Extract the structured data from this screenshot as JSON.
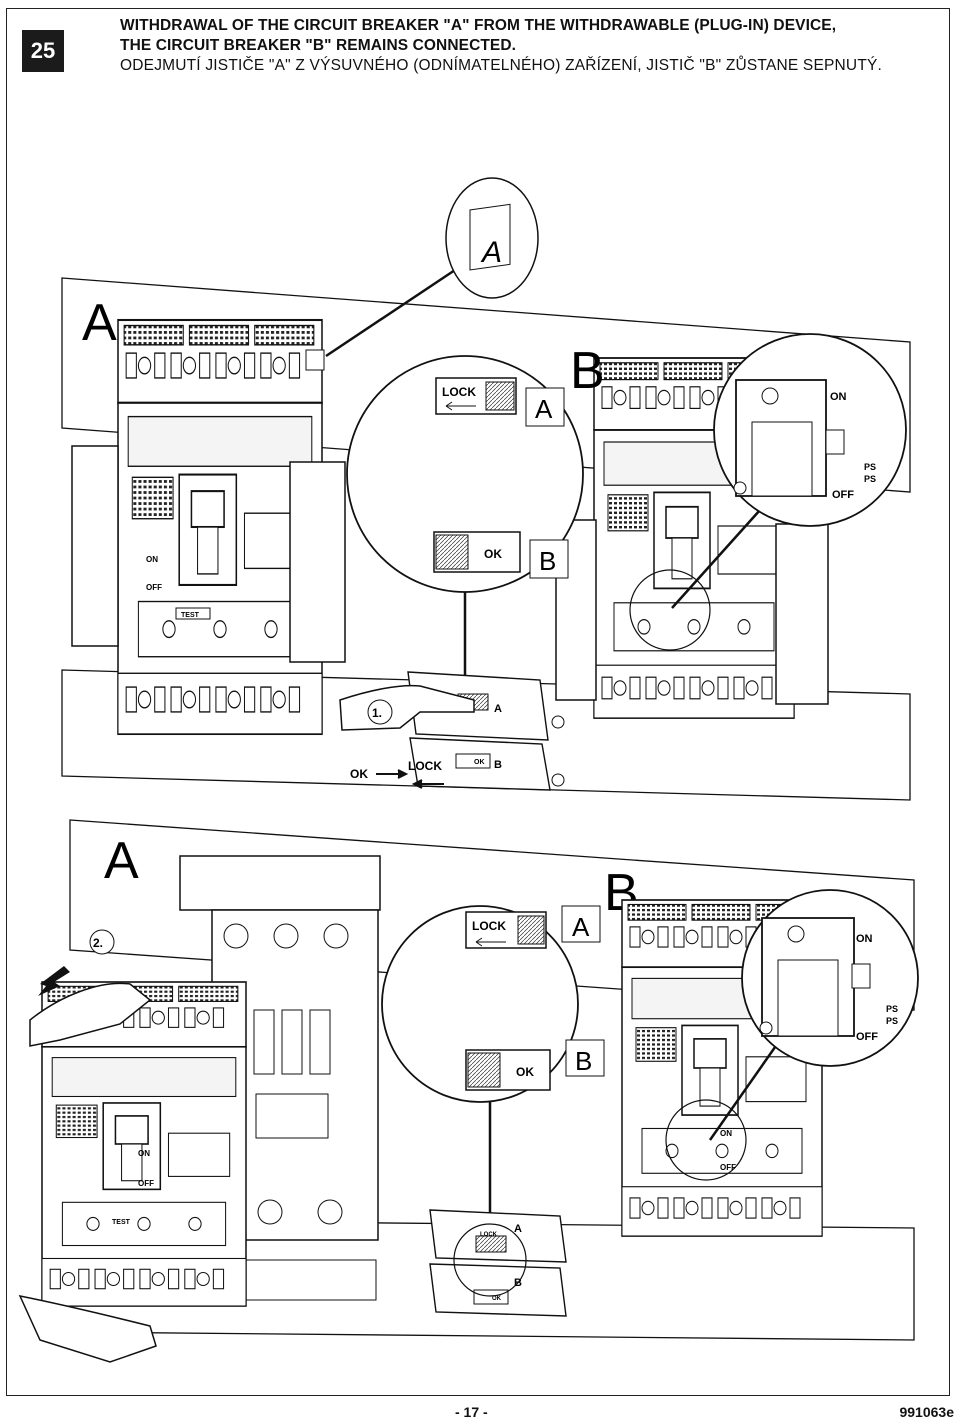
{
  "step": {
    "number": "25"
  },
  "heading": {
    "line1_en": "WITHDRAWAL OF THE CIRCUIT BREAKER \"A\" FROM THE WITHDRAWABLE (PLUG-IN) DEVICE,",
    "line2_en": "THE CIRCUIT BREAKER \"B\" REMAINS CONNECTED.",
    "line3_cz": "ODEJMUTÍ JISTIČE \"A\" Z VÝSUVNÉHO (ODNÍMATELNÉHO) ZAŘÍZENÍ, JISTIČ \"B\" ZŮSTANE SEPNUTÝ."
  },
  "figure_top": {
    "label_a": "A",
    "label_b": "B",
    "badge_a": "A",
    "zoom_lock": "LOCK",
    "zoom_ok": "OK",
    "zoom_a": "A",
    "zoom_b": "B",
    "zoom_on": "ON",
    "zoom_off": "OFF",
    "zoom_ps1": "PS",
    "zoom_ps2": "PS",
    "step1": "1.",
    "interlock_a": "A",
    "interlock_b": "B",
    "interlock_ok": "OK",
    "arrow_ok": "OK",
    "arrow_lock": "LOCK",
    "breaker_on": "ON",
    "breaker_off": "OFF",
    "test": "TEST"
  },
  "figure_bottom": {
    "label_a": "A",
    "label_b": "B",
    "step2": "2.",
    "zoom_lock": "LOCK",
    "zoom_ok": "OK",
    "zoom_a": "A",
    "zoom_b": "B",
    "zoom_on": "ON",
    "zoom_off": "OFF",
    "zoom_ps1": "PS",
    "zoom_ps2": "PS",
    "interlock_a": "A",
    "interlock_b": "B",
    "interlock_lock": "LOCK",
    "interlock_ok": "OK",
    "breaker_on": "ON",
    "breaker_off": "OFF",
    "test": "TEST"
  },
  "footer": {
    "page": "- 17 -",
    "code": "991063e"
  }
}
